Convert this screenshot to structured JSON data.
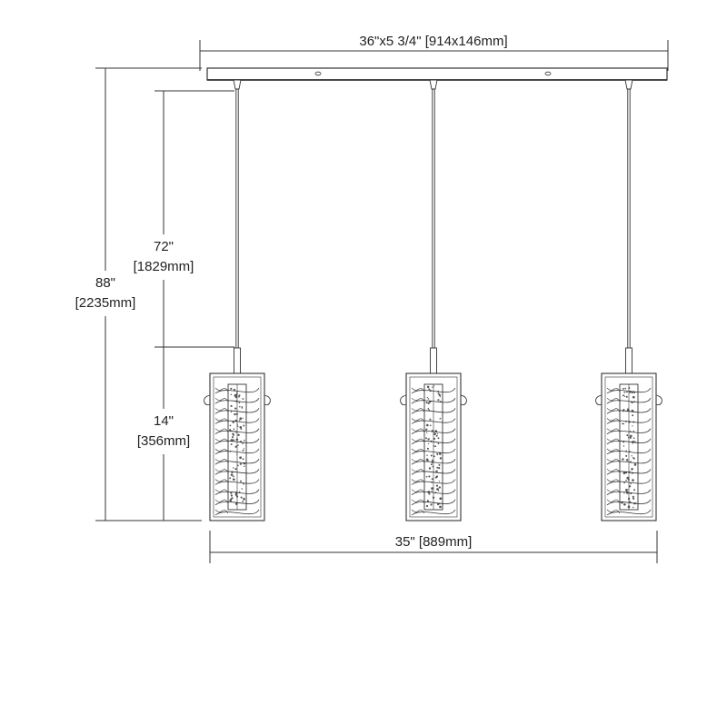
{
  "dimensions": {
    "canopy": "36\"x5 3/4\" [914x146mm]",
    "overall_height_in": "88\"",
    "overall_height_mm": "[2235mm]",
    "cord_length_in": "72\"",
    "cord_length_mm": "[1829mm]",
    "shade_height_in": "14\"",
    "shade_height_mm": "[356mm]",
    "pendant_span": "35\" [889mm]"
  },
  "colors": {
    "line": "#333333",
    "background": "#ffffff",
    "crystal": "#555555"
  },
  "pendant_count": 3
}
